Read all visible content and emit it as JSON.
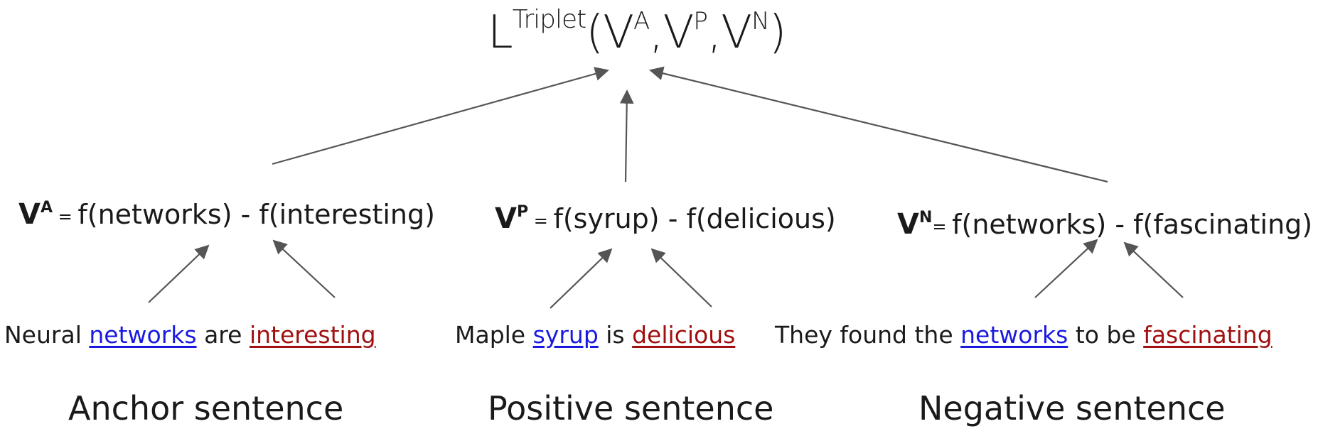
{
  "loss": {
    "symbol": "L",
    "superscript": "Triplet",
    "open": "(V",
    "a_sup": "A",
    "comma1": ",V",
    "p_sup": "P",
    "comma2": ",V",
    "n_sup": "N",
    "close": ")"
  },
  "formulas": {
    "anchor": {
      "v": "V",
      "sup": "A",
      "eq": " = ",
      "expr": "f(networks) - f(interesting)"
    },
    "positive": {
      "v": "V",
      "sup": "P",
      "eq": " = ",
      "expr": "f(syrup) - f(delicious)"
    },
    "negative": {
      "v": "V",
      "sup": "N",
      "eq": "= ",
      "expr": "f(networks) - f(fascinating)"
    }
  },
  "sentences": {
    "anchor": {
      "pre": "Neural ",
      "word1": "networks",
      "mid": " are ",
      "word2": "interesting"
    },
    "positive": {
      "pre": "Maple ",
      "word1": "syrup",
      "mid": " is ",
      "word2": "delicious"
    },
    "negative": {
      "pre": "They found the ",
      "word1": "networks",
      "mid": " to be ",
      "word2": "fascinating"
    }
  },
  "captions": {
    "anchor": "Anchor sentence",
    "positive": "Positive sentence",
    "negative": "Negative sentence"
  },
  "colors": {
    "arrow": "#555555",
    "subject_word": "#1a1adf",
    "attribute_word": "#a01010"
  }
}
